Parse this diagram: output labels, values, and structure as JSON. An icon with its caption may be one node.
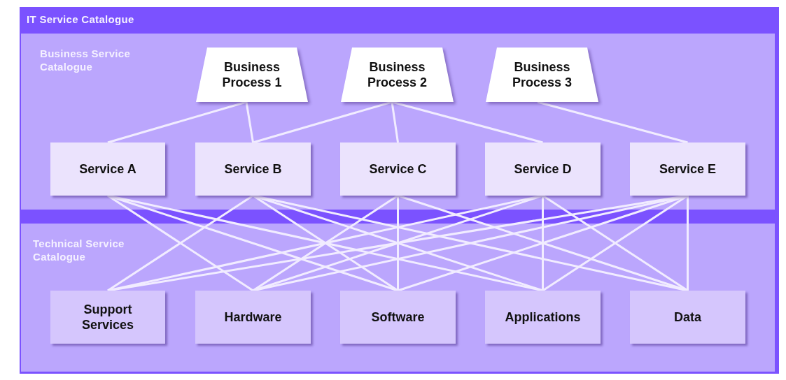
{
  "diagram": {
    "nodes": [
      {
        "text": [
          "IT Service Catalogue"
        ]
      },
      {
        "text": [
          "Business Service Catalogue"
        ],
        "in": 0
      },
      {
        "text": [
          "Business Process 1"
        ],
        "in": 1
      },
      {
        "text": [
          "Business Process 2"
        ],
        "in": 1
      },
      {
        "text": [
          "Business Process 3"
        ],
        "in": 1
      },
      {
        "text": [
          "Service A"
        ],
        "in": 1
      },
      {
        "text": [
          "Service B"
        ],
        "in": 1
      },
      {
        "text": [
          "Service C"
        ],
        "in": 1
      },
      {
        "text": [
          "Service D"
        ],
        "in": 1
      },
      {
        "text": [
          "Service E"
        ],
        "in": 1
      },
      {
        "text": [
          "Technical Service Catalogue"
        ],
        "in": 0
      },
      {
        "text": [
          "Support Services"
        ],
        "in": 10
      },
      {
        "text": [
          "Hardware"
        ],
        "in": 10
      },
      {
        "text": [
          "Software"
        ],
        "in": 10
      },
      {
        "text": [
          "Applications"
        ],
        "in": 10
      },
      {
        "text": [
          "Data"
        ],
        "in": 10
      }
    ],
    "edges": [
      {
        "from": 2,
        "to": 5,
        "arrow": "none"
      },
      {
        "from": 2,
        "to": 6,
        "arrow": "none"
      },
      {
        "from": 3,
        "to": 6,
        "arrow": "none"
      },
      {
        "from": 3,
        "to": 7,
        "arrow": "none"
      },
      {
        "from": 3,
        "to": 8,
        "arrow": "none"
      },
      {
        "from": 4,
        "to": 9,
        "arrow": "none"
      },
      {
        "from": 5,
        "to": 12,
        "arrow": "none"
      },
      {
        "from": 5,
        "to": 13,
        "arrow": "none"
      },
      {
        "from": 5,
        "to": 14,
        "arrow": "none"
      },
      {
        "from": 6,
        "to": 11,
        "arrow": "none"
      },
      {
        "from": 6,
        "to": 13,
        "arrow": "none"
      },
      {
        "from": 6,
        "to": 14,
        "arrow": "none"
      },
      {
        "from": 6,
        "to": 15,
        "arrow": "none"
      },
      {
        "from": 7,
        "to": 12,
        "arrow": "none"
      },
      {
        "from": 7,
        "to": 13,
        "arrow": "none"
      },
      {
        "from": 7,
        "to": 15,
        "arrow": "none"
      },
      {
        "from": 8,
        "to": 11,
        "arrow": "none"
      },
      {
        "from": 8,
        "to": 12,
        "arrow": "none"
      },
      {
        "from": 8,
        "to": 14,
        "arrow": "none"
      },
      {
        "from": 8,
        "to": 15,
        "arrow": "none"
      },
      {
        "from": 9,
        "to": 11,
        "arrow": "none"
      },
      {
        "from": 9,
        "to": 12,
        "arrow": "none"
      },
      {
        "from": 9,
        "to": 13,
        "arrow": "none"
      },
      {
        "from": 9,
        "to": 14,
        "arrow": "none"
      },
      {
        "from": 9,
        "to": 15,
        "arrow": "none"
      }
    ]
  }
}
